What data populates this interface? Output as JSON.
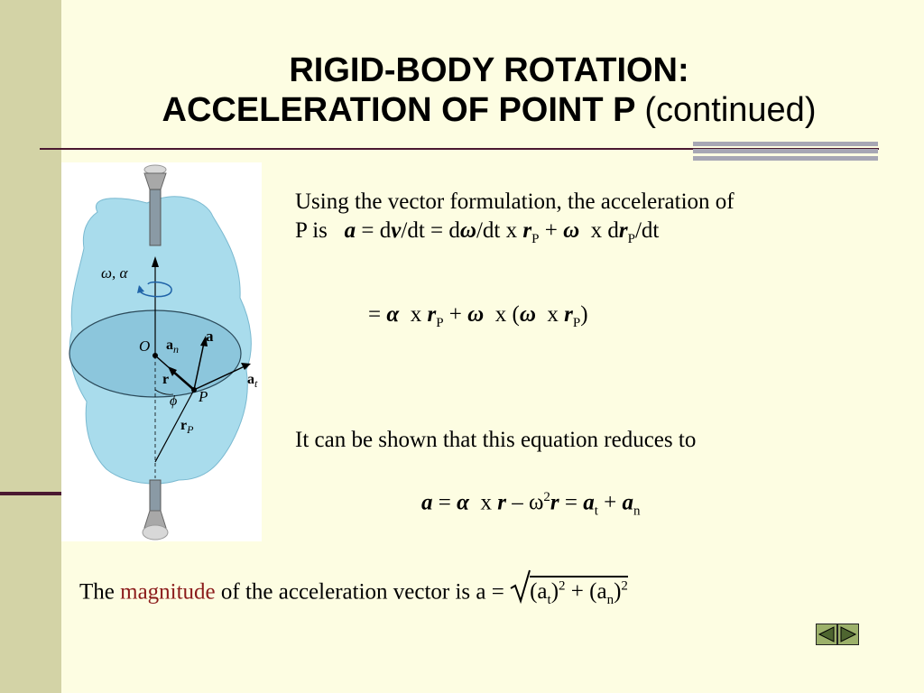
{
  "title": {
    "line1": "RIGID-BODY ROTATION:",
    "line2": "ACCELERATION OF POINT P",
    "continued": "(continued)"
  },
  "para1": {
    "text": "Using the vector formulation, the acceleration of",
    "p_is": "P is"
  },
  "para2": {
    "text": "It can be shown that this equation reduces to"
  },
  "para3": {
    "the": "The",
    "magnitude": "magnitude",
    "rest": "of the acceleration vector is a ="
  },
  "figure_labels": {
    "omega_alpha": "ω, α",
    "o": "O",
    "an": "a",
    "an_sub": "n",
    "a": "a",
    "at": "a",
    "at_sub": "t",
    "r": "r",
    "p": "P",
    "phi": "ϕ",
    "rp": "r",
    "rp_sub": "P"
  },
  "colors": {
    "background": "#fdfde2",
    "band": "#d3d3a6",
    "accent": "#4a1830",
    "highlight": "#8b1a1a"
  }
}
